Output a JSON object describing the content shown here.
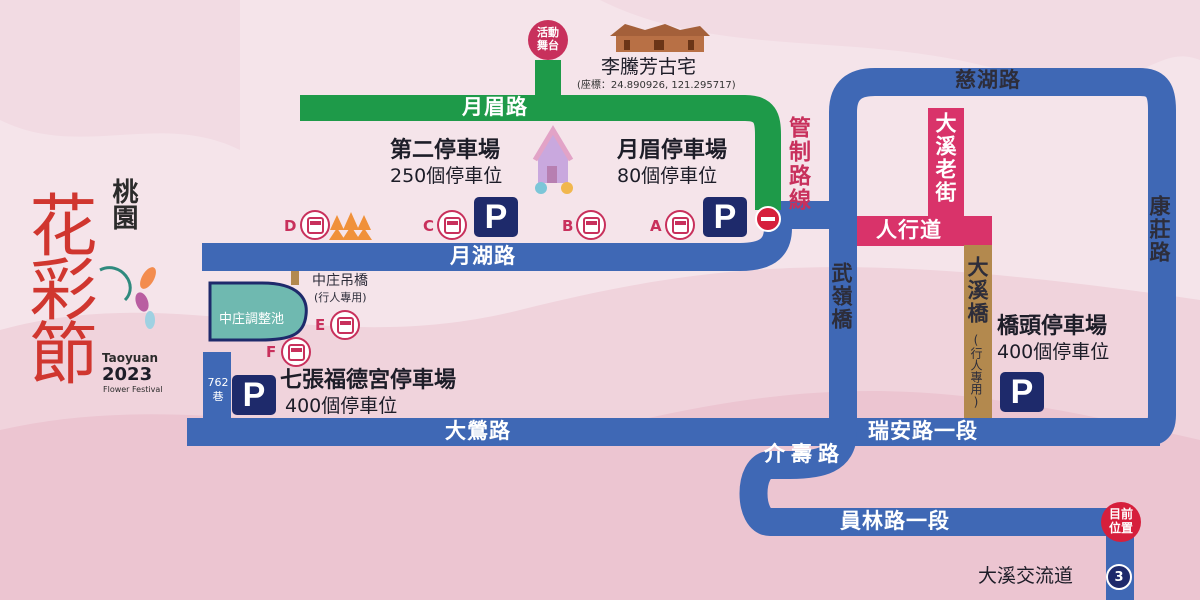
{
  "colors": {
    "road_blue": "#3f68b5",
    "road_green": "#1e9a49",
    "road_pink": "#d9336a",
    "road_brown": "#b3894e",
    "parking_navy": "#1e2a6b",
    "accent_red": "#c8305c",
    "pond_teal": "#6fb9b0"
  },
  "festival": {
    "title_main": "花彩節",
    "title_side": "桃園",
    "en_name": "Taoyuan",
    "year": "2023",
    "en_sub": "Flower Festival"
  },
  "landmark": {
    "name": "李騰芳古宅",
    "coords": "(座標：24.890926, 121.295717)",
    "icon": "temple-icon"
  },
  "stage": {
    "line1": "活動",
    "line2": "舞台"
  },
  "current_position": {
    "line1": "目前",
    "line2": "位置"
  },
  "exit": {
    "name": "大溪交流道",
    "number": "3"
  },
  "traffic_control": "管制路線",
  "roads": {
    "yuemei": "月眉路",
    "yuehu": "月湖路",
    "dayin": "大鶯路",
    "cihu": "慈湖路",
    "kangzhuang": "康莊路",
    "wuling": "武嶺橋",
    "ruian": "瑞安路一段",
    "yuanlin": "員林路一段",
    "jieshou": "介壽路",
    "old_street": "大溪老街",
    "walkway": "人行道",
    "daxi_bridge": "大溪橋",
    "daxi_bridge_note": "(行人專用)",
    "lane": "762巷"
  },
  "zhongzhuang": {
    "pond": "中庄調整池",
    "suspension_bridge": "中庄吊橋",
    "suspension_note": "(行人專用)"
  },
  "parking": [
    {
      "name": "第二停車場",
      "capacity": "250個停車位"
    },
    {
      "name": "月眉停車場",
      "capacity": "80個停車位"
    },
    {
      "name": "七張福德宮停車場",
      "capacity": "400個停車位"
    },
    {
      "name": "橋頭停車場",
      "capacity": "400個停車位"
    }
  ],
  "parking_symbol": "P",
  "bus_stops": [
    "A",
    "B",
    "C",
    "D",
    "E",
    "F"
  ]
}
